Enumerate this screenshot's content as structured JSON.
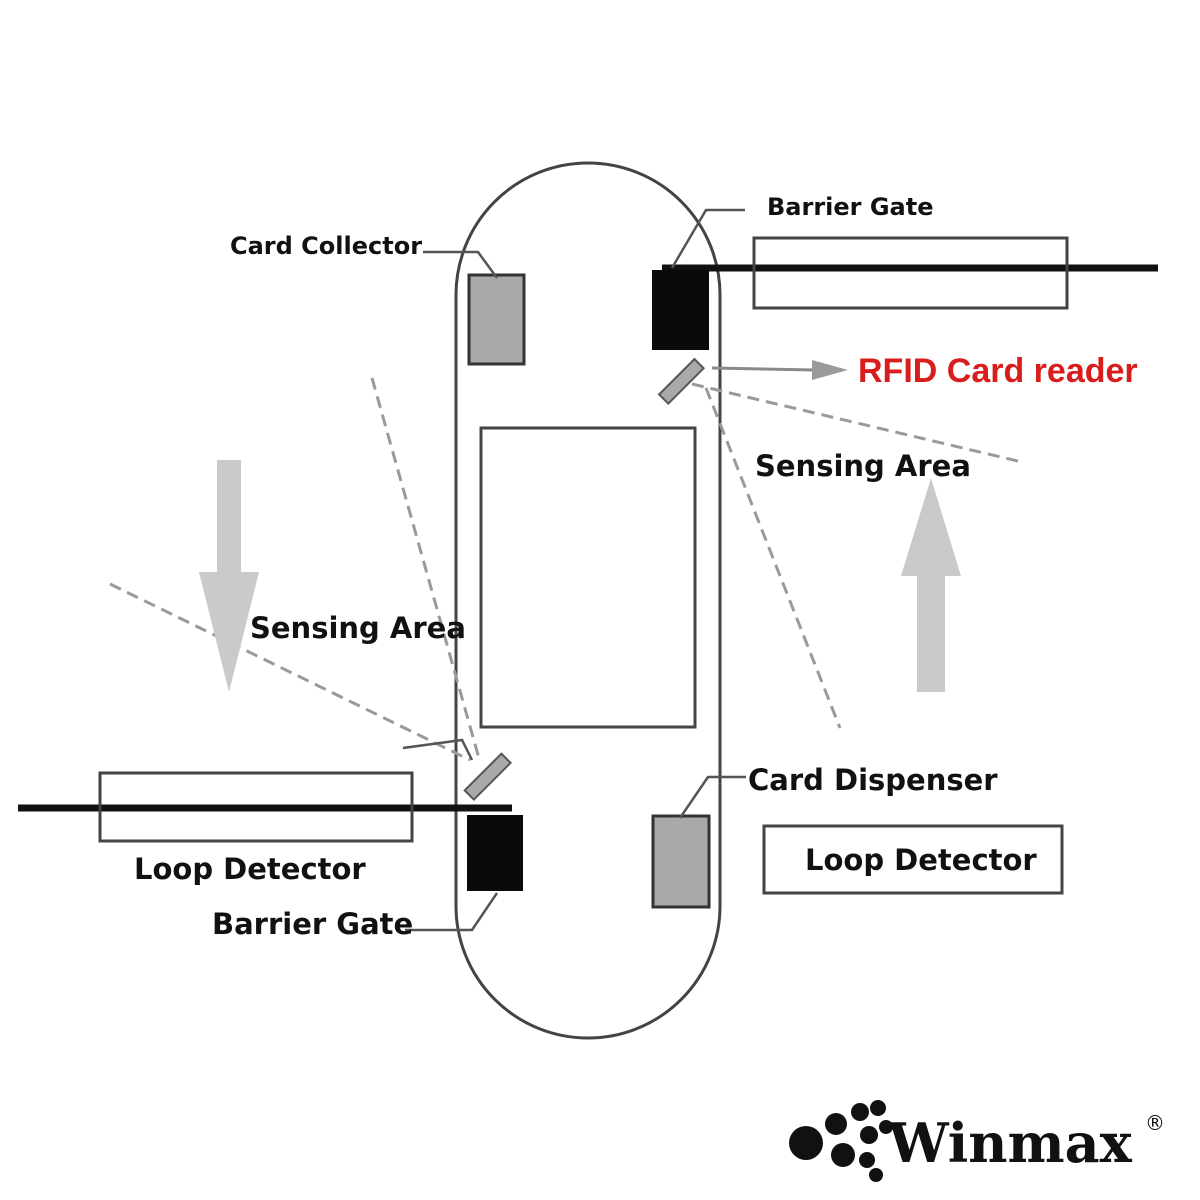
{
  "labels": {
    "card_collector": "Card Collector",
    "barrier_gate_top": "Barrier Gate",
    "rfid_reader": "RFID Card reader",
    "sensing_area_right": "Sensing Area",
    "sensing_area_left": "Sensing Area",
    "card_dispenser": "Card Dispenser",
    "loop_detector_left": "Loop Detector",
    "loop_detector_right": "Loop Detector",
    "barrier_gate_bottom": "Barrier Gate"
  },
  "brand": {
    "name": "Winmax",
    "registered_mark": "®"
  },
  "colors": {
    "rfid_text": "#d91c1c",
    "arrow": "#c9c9c9",
    "device_gray": "#a9a9a9",
    "device_black": "#0a0a0a"
  }
}
